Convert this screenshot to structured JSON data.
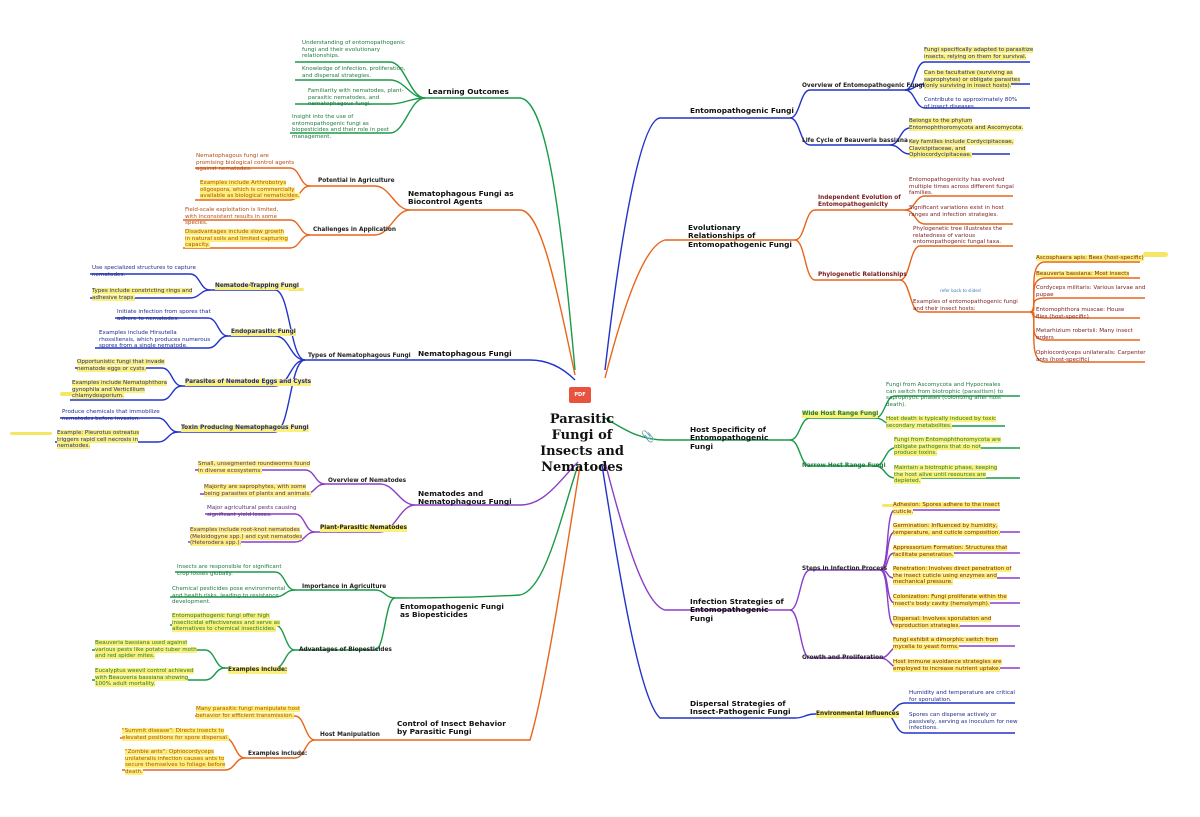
{
  "center": {
    "title": "Parasitic Fungi of Insects and Nematodes",
    "pdf_label": "PDF",
    "clip_icon": "paperclip-icon"
  },
  "colors": {
    "green": "#1a9a4a",
    "orange": "#e8651a",
    "blue": "#2233c8",
    "purple": "#8a3ec8",
    "highlight": "#fbf07a"
  },
  "left": {
    "learning": {
      "title": "Learning Outcomes",
      "items": [
        "Understanding of entomopathogenic fungi and their evolutionary relationships.",
        "Knowledge of infection, proliferation, and dispersal strategies.",
        "Familiarity with nematodes, plant-parasitic nematodes, and nematophagous fungi.",
        "Insight into the use of entomopathogenic fungi as biopesticides and their role in pest management."
      ]
    },
    "biocontrol": {
      "title": "Nematophagous Fungi as Biocontrol Agents",
      "potential": "Potential in Agriculture",
      "challenges": "Challenges in Application",
      "items": [
        "Nematophagous fungi are promising biological control agents against nematodes.",
        "Examples include Arthrobotrys oligospora, which is commercially available as biological nematicides.",
        "Field-scale exploitation is limited, with inconsistent results in some species.",
        "Disadvantages include slow growth in natural soils and limited capturing capacity."
      ]
    },
    "types": {
      "title": "Nematophagous Fungi",
      "sub": "Types of Nematophagous Fungi",
      "groups": [
        "Nematode-Trapping Fungi",
        "Endoparasitic Fungi",
        "Parasites of Nematode Eggs and Cysts",
        "Toxin Producing Nematophagous Fungi"
      ],
      "items": [
        "Use specialized structures to capture nematodes.",
        "Types include constricting rings and adhesive traps.",
        "Initiate infection from spores that adhere to nematodes.",
        "Examples include Hirsutella rhossiliensis, which produces numerous spores from a single nematode.",
        "Opportunistic fungi that invade nematode eggs or cysts.",
        "Examples include Nematophthora gynophila and Verticillium chlamydosporium.",
        "Produce chemicals that immobilize nematodes before invasion.",
        "Example: Pleurotus ostreatus triggers rapid cell necrosis in nematodes."
      ]
    },
    "nematodes": {
      "title": "Nematodes and Nematophagous Fungi",
      "overview": "Overview of Nematodes",
      "plant": "Plant-Parasitic Nematodes",
      "items": [
        "Small, unsegmented roundworms found in diverse ecosystems.",
        "Majority are saprophytes, with some being parasites of plants and animals.",
        "Major agricultural pests causing significant yield losses.",
        "Examples include root-knot nematodes (Meloidogyne spp.) and cyst nematodes (Heterodera spp.)."
      ]
    },
    "biopesticides": {
      "title": "Entomopathogenic Fungi as Biopesticides",
      "importance": "Importance in Agriculture",
      "advantages": "Advantages of Biopesticides",
      "examples": "Examples include:",
      "items": [
        "Insects are responsible for significant crop losses globally.",
        "Chemical pesticides pose environmental and health risks, leading to resistance development.",
        "Entomopathogenic fungi offer high insecticidal effectiveness and serve as alternatives to chemical insecticides.",
        "Beauveria bassiana used against various pests like potato tuber moth and red spider mites.",
        "Eucalyptus weevil control achieved with Beauveria bassiana showing 100% adult mortality."
      ]
    },
    "behavior": {
      "title": "Control of Insect Behavior by Parasitic Fungi",
      "manip": "Host Manipulation",
      "examples": "Examples include:",
      "items": [
        "Many parasitic fungi manipulate host behavior for efficient transmission.",
        "\"Summit disease\": Directs insects to elevated positions for spore dispersal.",
        "\"Zombie ants\": Ophiocordyceps unilateralis infection causes ants to secure themselves to foliage before death."
      ]
    }
  },
  "right": {
    "ento": {
      "title": "Entomopathogenic Fungi",
      "overview": "Overview of Entomopathogenic Fungi",
      "life": "Life Cycle of Beauveria bassiana",
      "items": [
        "Fungi specifically adapted to parasitize insects, relying on them for survival.",
        "Can be facultative (surviving as saprophytes) or obligate parasites (only surviving in insect hosts).",
        "Contribute to approximately 80% of insect diseases.",
        "Belongs to the phylum Entomophthoromycota and Ascomycota.",
        "Key families include Cordycipitaceae, Clavicipitaceae, and Ophiocordycipitaceae."
      ]
    },
    "evo": {
      "title": "Evolutionary Relationships of Entomopathogenic Fungi",
      "independent": "Independent Evolution of Entomopathogenicity",
      "phylo": "Phylogenetic Relationships",
      "scroll_note": "refer back to slides!",
      "items": [
        "Entomopathogenicity has evolved multiple times across different fungal families.",
        "Significant variations exist in host ranges and infection strategies.",
        "Phylogenetic tree illustrates the relatedness of various entomopathogenic fungal taxa.",
        "Examples of entomopathogenic fungi and their insect hosts:"
      ],
      "examples": [
        "Ascosphaera apis: Bees (host-specific)",
        "Beauveria bassiana: Most insects",
        "Cordyceps militaris: Various larvae and pupae",
        "Entomophthora muscae: House flies (host-specific)",
        "Metarhizium robertsii: Many insect orders",
        "Ophiocordyceps unilateralis: Carpenter ants (host-specific)"
      ]
    },
    "host": {
      "title": "Host Specificity of Entomopathogenic Fungi",
      "wide": "Wide Host Range Fungi",
      "narrow": "Narrow Host Range Fungi",
      "items": [
        "Fungi from Ascomycota and Hypocreales can switch from biotrophic (parasitism) to saprophytic phases (colonizing after host death).",
        "Host death is typically induced by toxic secondary metabolites.",
        "Fungi from Entomophthoromycota are obligate pathogens that do not produce toxins.",
        "Maintain a biotrophic phase, keeping the host alive until resources are depleted."
      ]
    },
    "infection": {
      "title": "Infection Strategies of Entomopathogenic Fungi",
      "steps": "Steps in Infection Process",
      "growth": "Growth and Proliferation",
      "items": [
        "Adhesion: Spores adhere to the insect cuticle.",
        "Germination: Influenced by humidity, temperature, and cuticle composition.",
        "Appressorium Formation: Structures that facilitate penetration.",
        "Penetration: Involves direct penetration of the insect cuticle using enzymes and mechanical pressure.",
        "Colonization: Fungi proliferate within the insect's body cavity (hemolymph).",
        "Dispersal: Involves sporulation and reproduction strategies.",
        "Fungi exhibit a dimorphic switch from mycelia to yeast forms.",
        "Host immune avoidance strategies are employed to increase nutrient uptake."
      ]
    },
    "dispersal": {
      "title": "Dispersal Strategies of Insect-Pathogenic Fungi",
      "env": "Environmental Influences",
      "items": [
        "Humidity and temperature are critical for sporulation.",
        "Spores can disperse actively or passively, serving as inoculum for new infections."
      ]
    }
  }
}
